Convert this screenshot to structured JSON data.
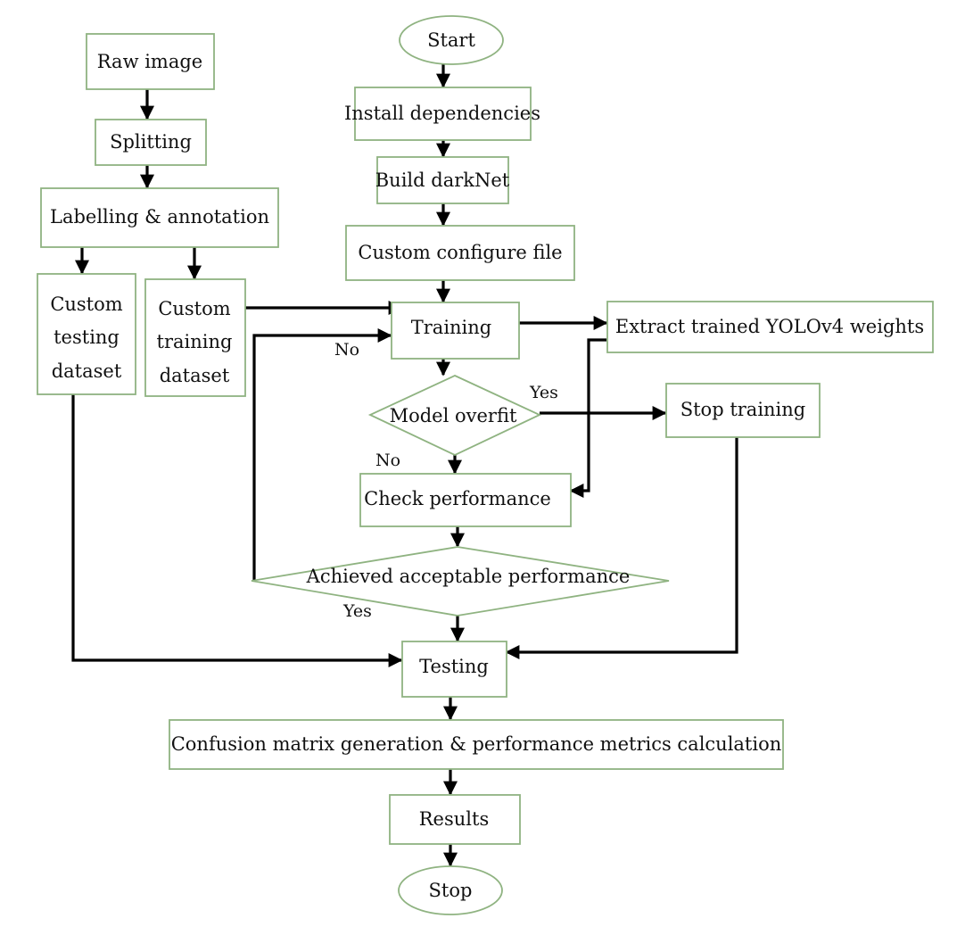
{
  "nodes": {
    "raw_image": "Raw image",
    "splitting": "Splitting",
    "labelling": "Labelling & annotation",
    "testing_dataset": [
      "Custom",
      "testing",
      "dataset"
    ],
    "training_dataset": [
      "Custom",
      "training",
      "dataset"
    ],
    "start": "Start",
    "install": "Install dependencies",
    "build": "Build darkNet",
    "config": "Custom configure file",
    "training": "Training",
    "extract": "Extract trained YOLOv4  weights",
    "overfit": "Model overfit",
    "stop_training": "Stop training",
    "check": "Check performance",
    "achieved": "Achieved  acceptable  performance",
    "testing": "Testing",
    "confusion": "Confusion matrix generation  & performance metrics calculation",
    "results": "Results",
    "stop": "Stop"
  },
  "edge_labels": {
    "overfit_yes": "Yes",
    "overfit_no": "No",
    "loop_no": "No",
    "achieved_yes": "Yes"
  },
  "colors": {
    "shape_stroke": "#8fb381",
    "edge": "#000000",
    "text": "#111111"
  }
}
